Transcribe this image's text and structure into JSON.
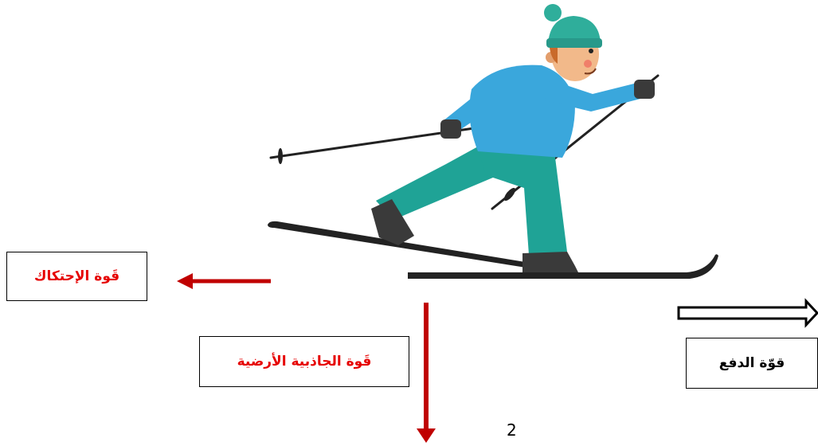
{
  "labels": {
    "friction": "قَوة الإحتكاك",
    "gravity": "قَوة الجاذبية الأرضية",
    "push": "قوّة الدفع"
  },
  "page_number": "2",
  "colors": {
    "force_arrow": "#c00000",
    "label_red": "#e60000",
    "jacket": "#3aa7dc",
    "pants": "#1fa396",
    "hat": "#2fae9b",
    "skin": "#f2b98a"
  },
  "icons": {
    "skier": "skier-illustration",
    "friction_arrow": "arrow-left",
    "gravity_arrow": "arrow-down",
    "push_arrow": "hollow-arrow-right"
  }
}
